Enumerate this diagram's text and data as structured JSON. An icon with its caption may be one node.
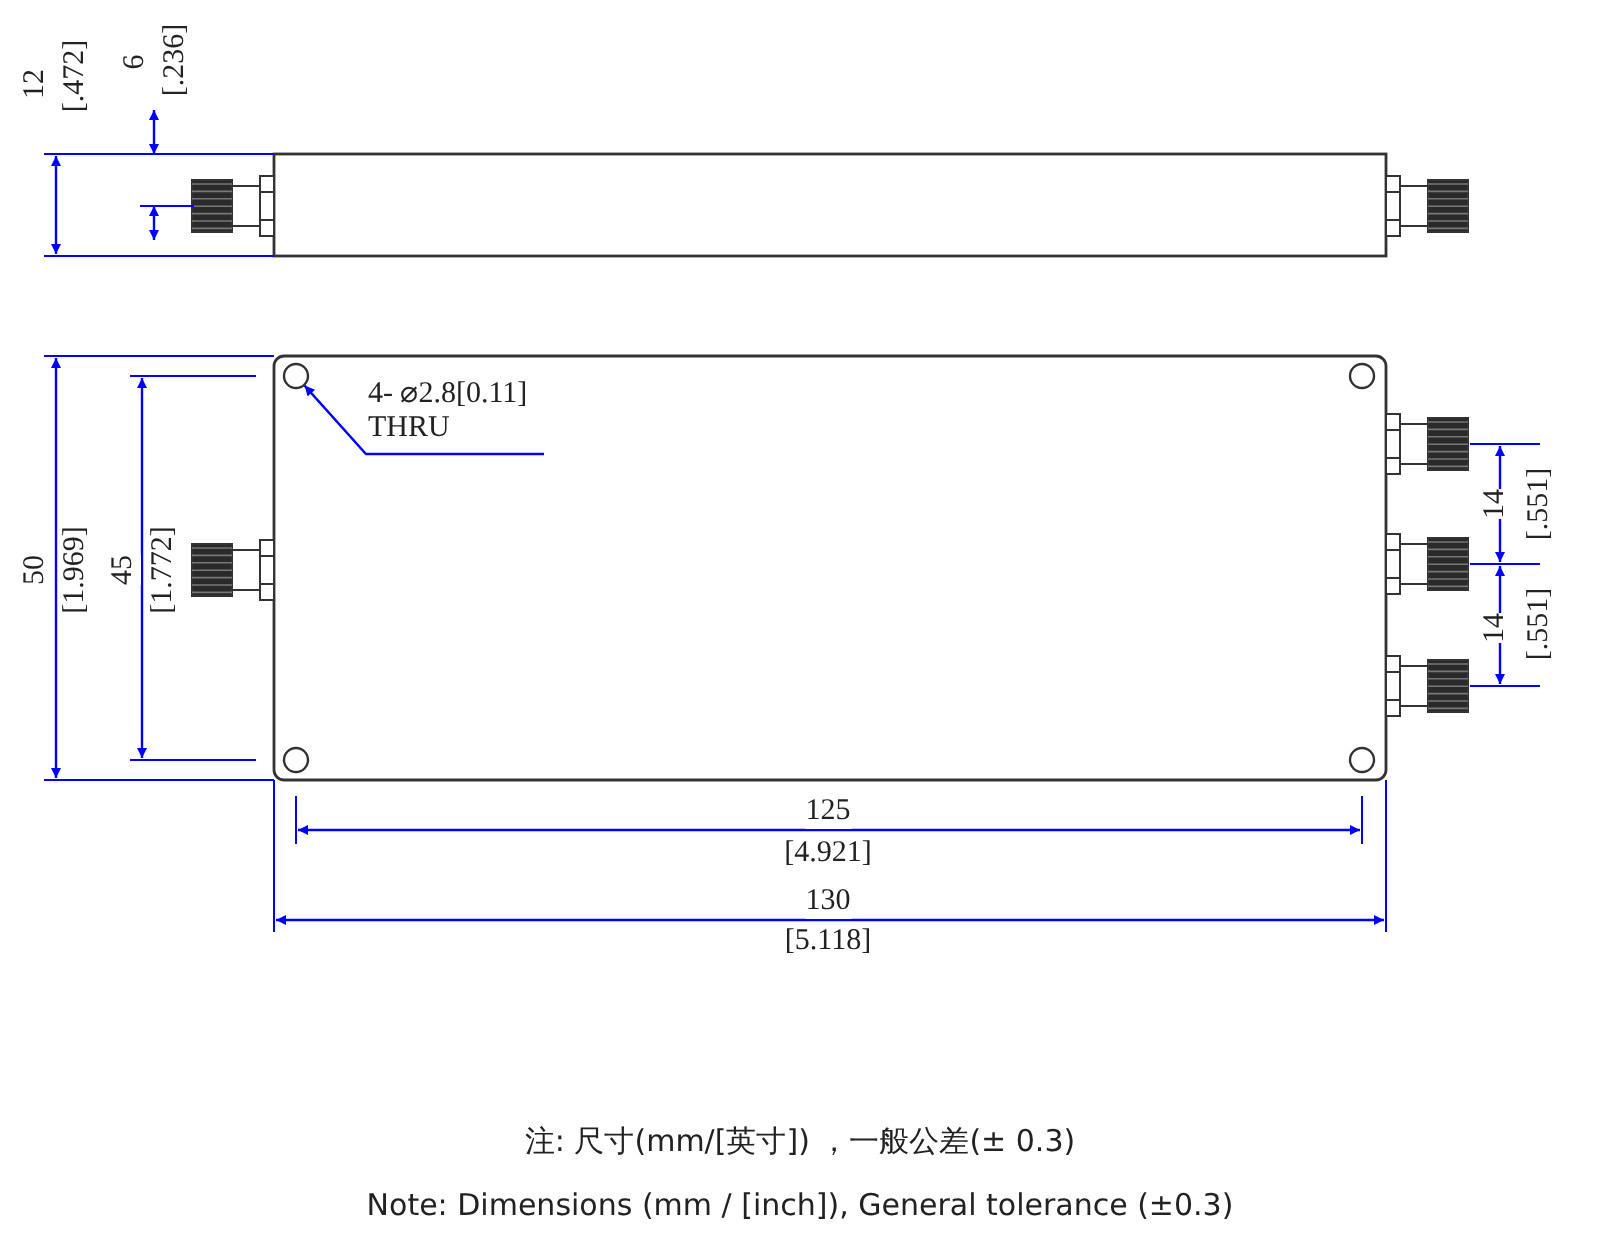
{
  "diagram": {
    "nodes": [
      {
        "text": [
          "4- ⌀2.8[0.11]",
          "THRU"
        ]
      },
      {
        "text": [],
        "shape": "circle"
      },
      {
        "text": [],
        "shape": "circle"
      },
      {
        "text": [],
        "shape": "circle"
      },
      {
        "text": [],
        "shape": "circle"
      }
    ],
    "edges": [
      {
        "from": 0,
        "to": 1,
        "arrow": "to"
      }
    ],
    "labels": [
      "12",
      "[.472]",
      "6",
      "[.236]",
      "50",
      "[1.969]",
      "45",
      "[1.772]",
      "14",
      "[.551]",
      "14",
      "[.551]",
      "125",
      "[4.921]",
      "130",
      "[5.118]",
      "注: 尺寸(mm/[英寸]) ，一般公差(± 0.3)",
      "Note: Dimensions (mm / [inch]), General tolerance (±0.3)"
    ]
  }
}
